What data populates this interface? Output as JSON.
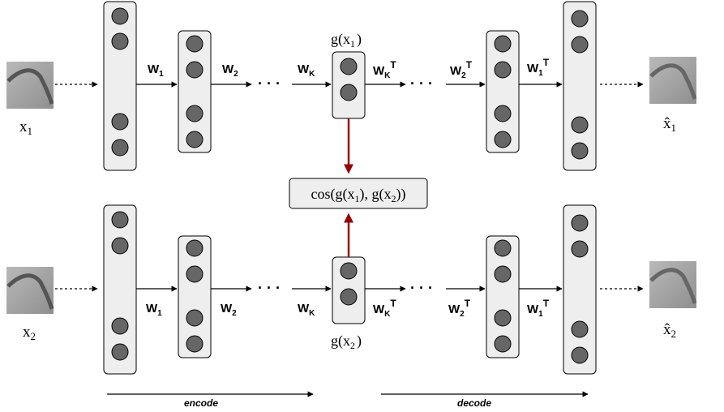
{
  "inputs": {
    "x1": {
      "base": "x",
      "sub": "1"
    },
    "x2": {
      "base": "x",
      "sub": "2"
    }
  },
  "outputs": {
    "x1_hat": {
      "base": "x̂",
      "sub": "1"
    },
    "x2_hat": {
      "base": "x̂",
      "sub": "2"
    }
  },
  "weights": {
    "w1": {
      "base": "W",
      "sub": "1"
    },
    "w2": {
      "base": "W",
      "sub": "2"
    },
    "wk": {
      "base": "W",
      "sub": "K"
    },
    "wk_t": {
      "base": "W",
      "sub": "K",
      "sup": "T"
    },
    "w2_t": {
      "base": "W",
      "sub": "2",
      "sup": "T"
    },
    "w1_t": {
      "base": "W",
      "sub": "1",
      "sup": "T"
    }
  },
  "codes": {
    "g1": {
      "prefix": "g(x",
      "sub": "1",
      "suffix": ")"
    },
    "g2": {
      "prefix": "g(x",
      "sub": "2",
      "suffix": ")"
    }
  },
  "similarity": {
    "p1": "cos(g(x",
    "s1": "1",
    "p2": "), g(x",
    "s2": "2",
    "p3": "))"
  },
  "ellipsis": "· · ·",
  "axis": {
    "encode": "encode",
    "decode": "decode"
  },
  "colors": {
    "layer_fill": "#eeeeee",
    "node_fill": "#666666",
    "stroke": "#000000",
    "similarity_arrow": "#990000",
    "patch_bg": "#a9a9a9",
    "patch_stroke": "#4a4a4a"
  }
}
